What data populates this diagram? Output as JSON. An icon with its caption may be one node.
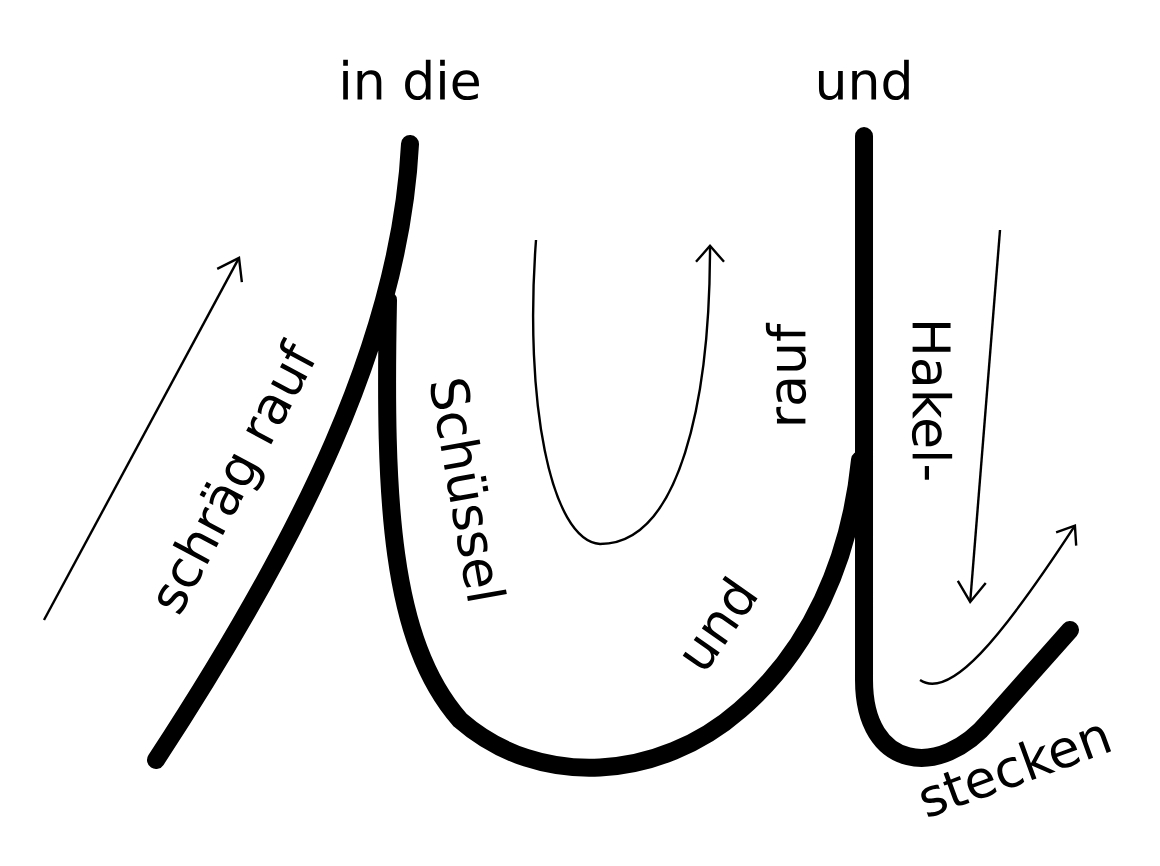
{
  "diagram": {
    "labels": [
      "in die",
      "und",
      "schräg rauf",
      "Schüssel",
      "und",
      "rauf",
      "Hakel-",
      "stecken"
    ]
  }
}
